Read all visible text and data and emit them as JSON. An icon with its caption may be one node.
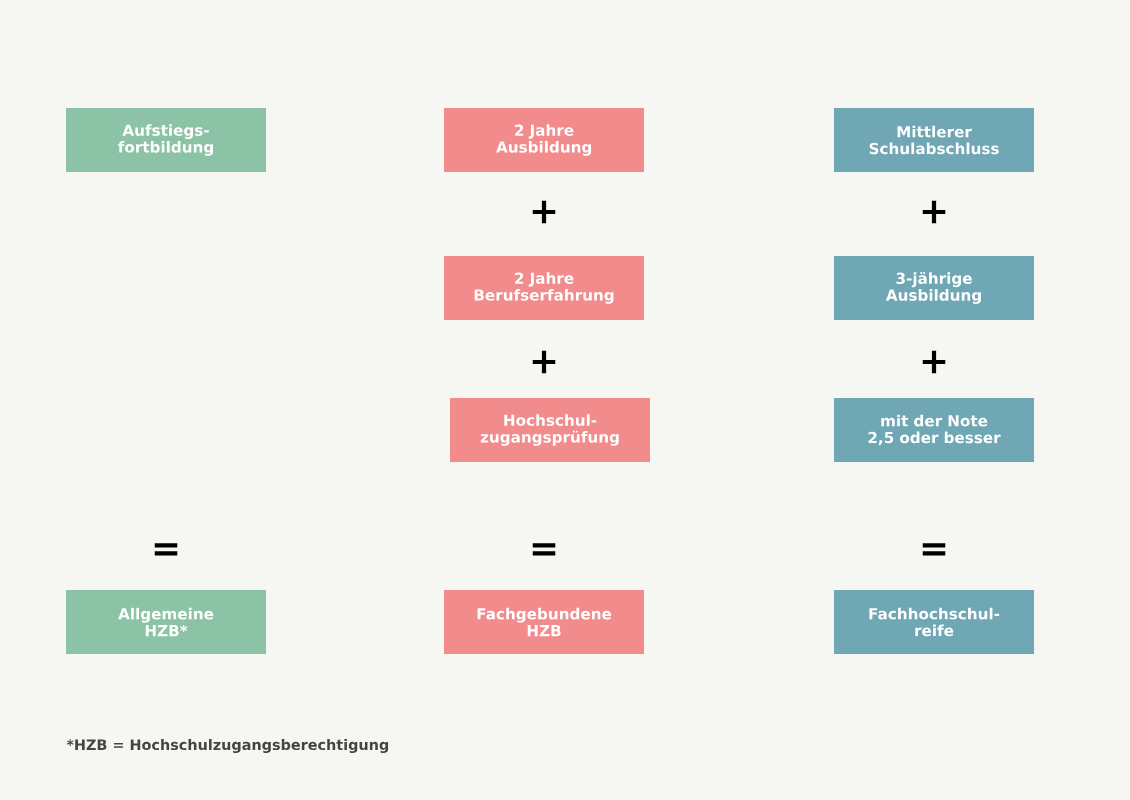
{
  "diagram": {
    "nodes": [
      {
        "text": [
          "Aufstiegs- fortbildung"
        ]
      },
      {
        "text": [
          "2 Jahre Ausbildung"
        ]
      },
      {
        "text": [
          "Mittlerer Schulabschluss"
        ]
      },
      {
        "text": [
          "2 Jahre Berufserfahrung"
        ]
      },
      {
        "text": [
          "3-jährige Ausbildung"
        ]
      },
      {
        "text": [
          "Hochschul- zugangsprüfung"
        ]
      },
      {
        "text": [
          "mit der Note 2,5 oder besser"
        ]
      },
      {
        "text": [
          "Allgemeine HZB*"
        ]
      },
      {
        "text": [
          "Fachgebundene HZB"
        ]
      },
      {
        "text": [
          "Fachhochschul- reife"
        ]
      }
    ],
    "labels": [
      "+",
      "+",
      "+",
      "+",
      "=",
      "=",
      "=",
      "*HZB = Hochschulzugangsberechtigung"
    ]
  }
}
